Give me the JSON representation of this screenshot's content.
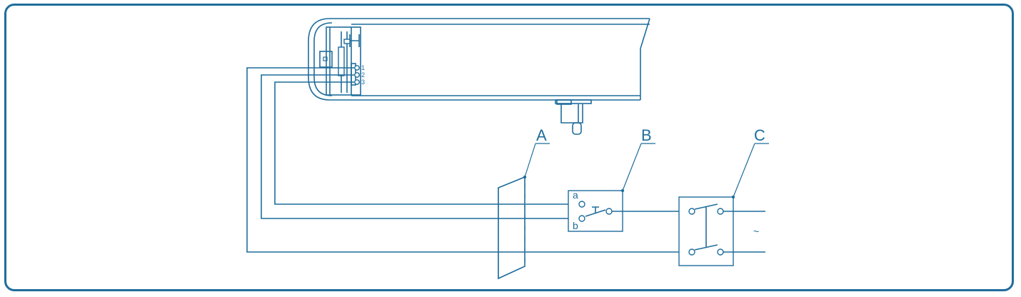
{
  "diagram": {
    "labels": {
      "a": "A",
      "b": "B",
      "c": "C"
    },
    "terminals": [
      "1",
      "2",
      "3"
    ],
    "switch_b_contacts": {
      "upper": "a",
      "lower": "b"
    },
    "ac_symbol": "~"
  },
  "colors": {
    "line": "#1f6d9c",
    "frame": "#1f6d9c",
    "background": "#ffffff"
  }
}
